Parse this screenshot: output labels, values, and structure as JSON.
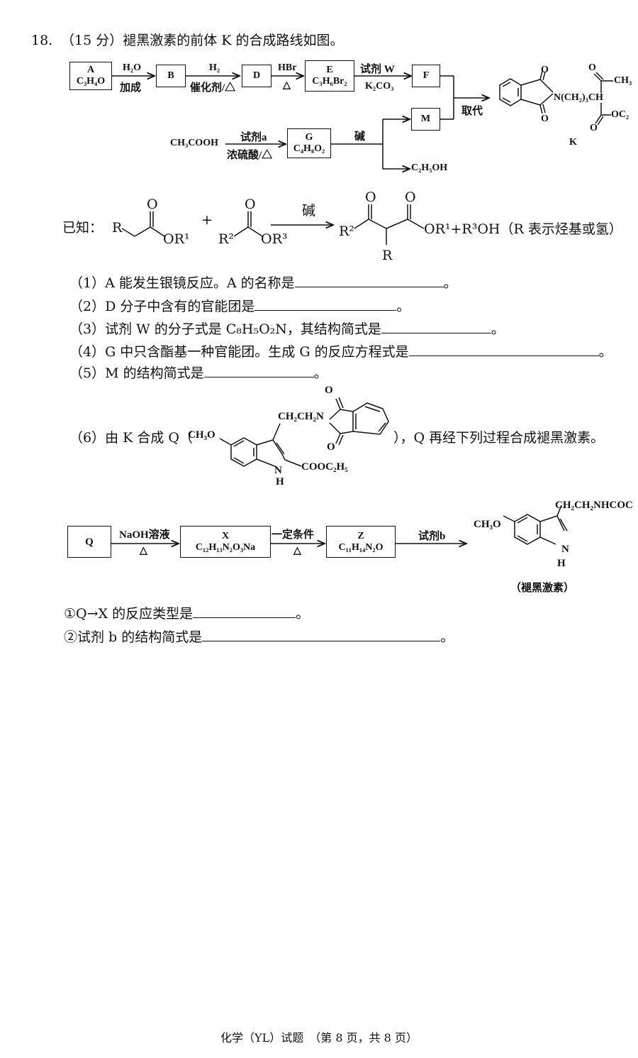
{
  "question": {
    "number": "18.",
    "header": "（15 分）褪黑激素的前体 K 的合成路线如图。"
  },
  "scheme1": {
    "A": {
      "name": "A",
      "formula": "C₃H₄O"
    },
    "B": {
      "name": "B"
    },
    "D": {
      "name": "D"
    },
    "E": {
      "name": "E",
      "formula": "C₃H₆Br₂"
    },
    "F": {
      "name": "F"
    },
    "M": {
      "name": "M"
    },
    "G": {
      "name": "G",
      "formula": "C₄H₈O₂"
    },
    "arrow_AB_top": "H₂O",
    "arrow_AB_bottom": "加成",
    "arrow_BD_top": "H₂",
    "arrow_BD_bottom": "催化剂/△",
    "arrow_DE_top": "HBr",
    "arrow_DE_bottom": "△",
    "arrow_EF_top": "试剂 W",
    "arrow_EF_bottom": "K₂CO₃",
    "arrow_FK_label": "取代",
    "acetic_acid": "CH₃COOH",
    "arrow_G_top": "试剂a",
    "arrow_G_bottom": "浓硫酸/△",
    "base_label": "碱",
    "ethanol": "C₂H₅OH",
    "K_label": "K",
    "K_chain": "N(CH₂)₃CH",
    "K_ch3": "CH₃",
    "K_oc2": "OC₂"
  },
  "known": {
    "prefix": "已知：",
    "r": "R",
    "or1": "OR¹",
    "plus": "+",
    "r2": "R²",
    "or3": "OR³",
    "arrow_label": "碱",
    "product_r2": "R²",
    "product_tail": "OR¹+R³OH（R 表示烃基或氢）",
    "product_r": "R",
    "oxygen": "O"
  },
  "sub_questions": {
    "q1": "（1）A 能发生银镜反应。A 的名称是",
    "q2": "（2）D 分子中含有的官能团是",
    "q3": "（3）试剂 W 的分子式是 C₈H₅O₂N，其结构简式是",
    "q4": "（4）G 中只含酯基一种官能团。生成 G 的反应方程式是",
    "q5": "（5）M 的结构简式是",
    "q6_prefix": "（6）由 K 合成 Q（",
    "q6_suffix": "），Q 再经下列过程合成褪黑激素。",
    "end_mark": "。"
  },
  "q_structure": {
    "ch3o": "CH₃O",
    "chain": "CH₂CH₂N",
    "cooc2h5": "COOC₂H₅",
    "nh": "N",
    "h": "H",
    "o": "O"
  },
  "scheme2": {
    "Q": {
      "name": "Q"
    },
    "X": {
      "name": "X",
      "formula": "C₁₂H₁₃N₂O₃Na"
    },
    "Z": {
      "name": "Z",
      "formula": "C₁₁H₁₄N₂O"
    },
    "arrow1_top": "NaOH溶液",
    "arrow1_bottom": "△",
    "arrow2_top": "一定条件",
    "arrow2_bottom": "△",
    "arrow3_top": "试剂b",
    "mel_ch3o": "CH₃O",
    "mel_chain": "CH₂CH₂NHCOC",
    "mel_n": "N",
    "mel_h": "H",
    "mel_label": "（褪黑激素）"
  },
  "final_questions": {
    "q6a": "①Q→X 的反应类型是",
    "q6b": "②试剂 b 的结构简式是"
  },
  "footer": {
    "text": "化学（YL）试题　（第 8 页，共 8 页）"
  }
}
